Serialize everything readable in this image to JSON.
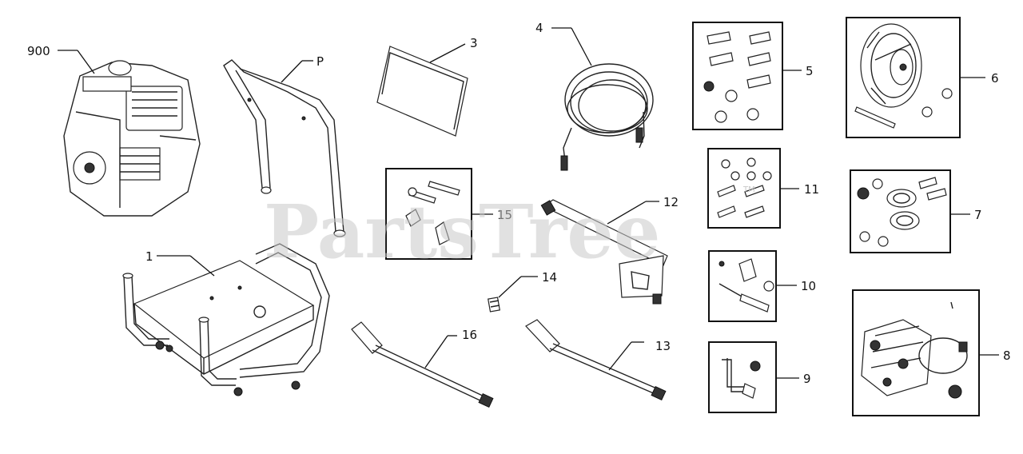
{
  "watermark": {
    "text": "PartsTree",
    "tm": "TM"
  },
  "labels": {
    "engine": "900",
    "handle": "P",
    "manual": "3",
    "hose": "4",
    "hardware_5": "5",
    "wheel": "6",
    "hardware_11": "11",
    "bearing_kit": "7",
    "hardware_15": "15",
    "gun": "12",
    "frame": "1",
    "hardware_10": "10",
    "plug": "14",
    "pump": "8",
    "wand": "16",
    "extension": "13",
    "hardware_9": "9"
  }
}
